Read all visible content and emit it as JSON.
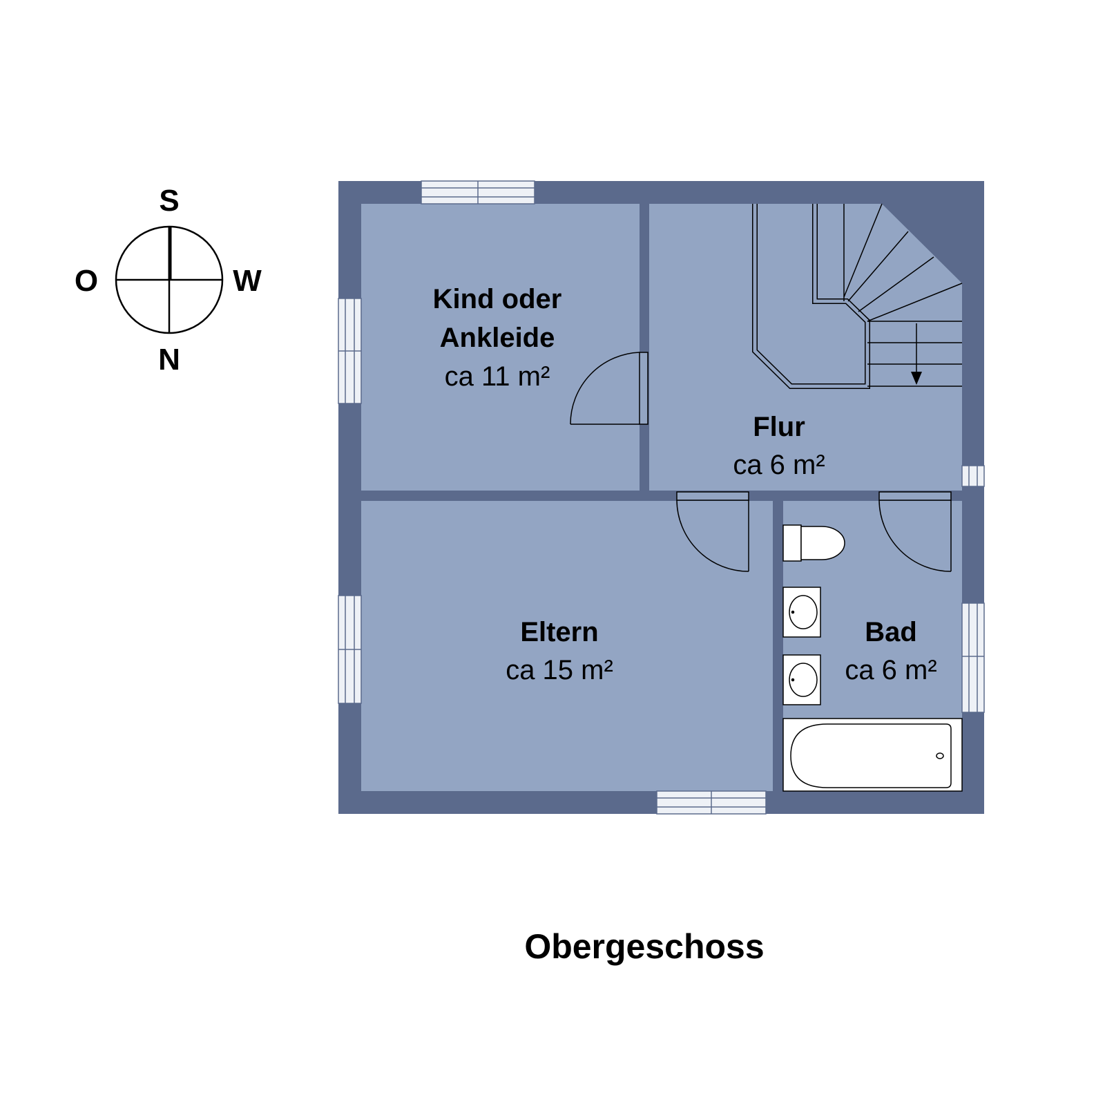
{
  "plan_title": "Obergeschoss",
  "compass": {
    "top": "S",
    "bottom": "N",
    "left": "O",
    "right": "W"
  },
  "rooms": {
    "kind": {
      "name_line1": "Kind oder",
      "name_line2": "Ankleide",
      "area": "ca 11 m²"
    },
    "flur": {
      "name": "Flur",
      "area": "ca 6 m²"
    },
    "eltern": {
      "name": "Eltern",
      "area": "ca 15 m²"
    },
    "bad": {
      "name": "Bad",
      "area": "ca 6 m²"
    }
  },
  "colors": {
    "wall": "#5b6a8c",
    "floor": "#93a5c3",
    "window_glass": "#eef1f6",
    "fixture": "#ffffff",
    "line": "#000000"
  }
}
